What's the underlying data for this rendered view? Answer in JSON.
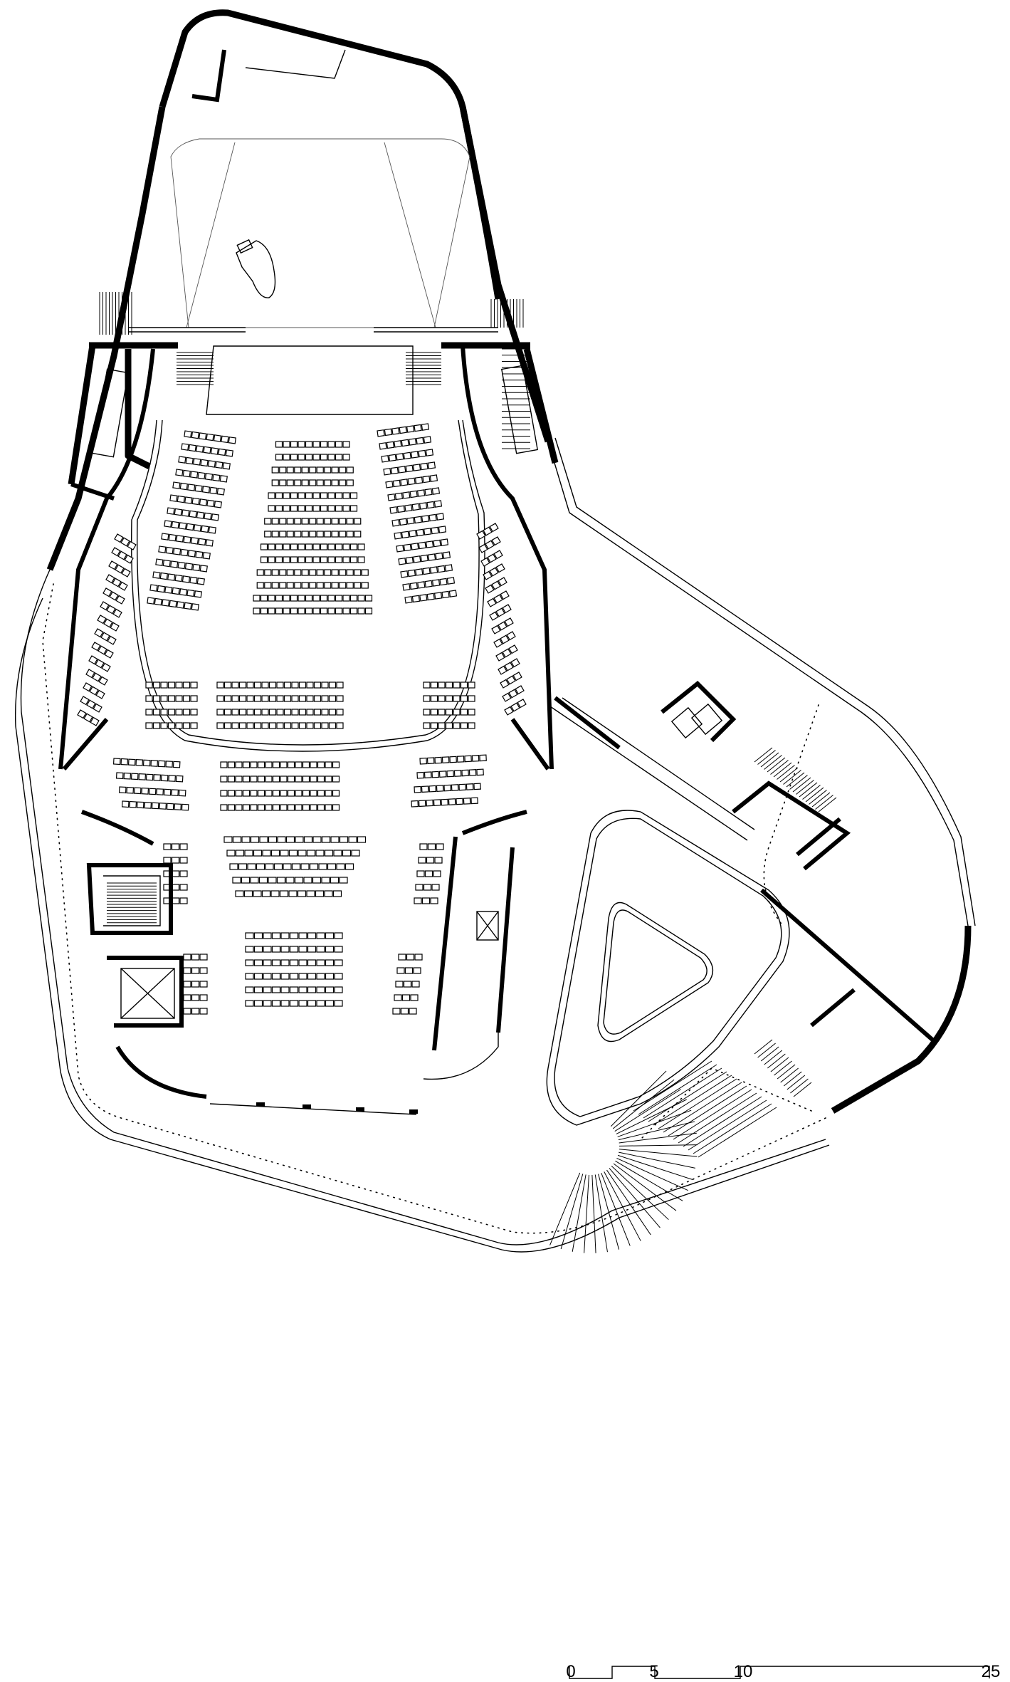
{
  "scale_bar": {
    "labels": [
      "0",
      "5",
      "10",
      "25"
    ]
  },
  "drawing": {
    "type": "architectural floor plan",
    "elements": [
      "stage",
      "grand-piano",
      "stalls-seating",
      "side-galleries",
      "rear-seating",
      "stairs",
      "lifts",
      "foyer",
      "entrance-ramp"
    ]
  }
}
